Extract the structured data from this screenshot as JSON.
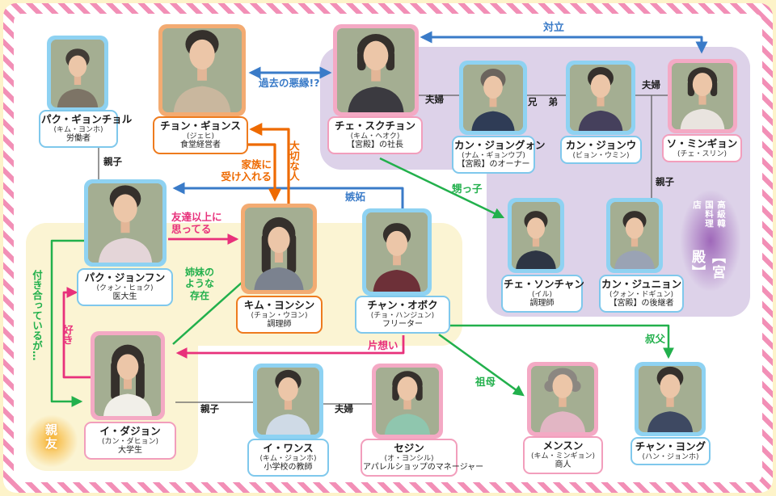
{
  "palette": {
    "frame_blue": "#8ed2f2",
    "frame_pink": "#f4a9c4",
    "frame_orange": "#f3ab72",
    "arrow_blue": "#3a7bc8",
    "arrow_green": "#22b04c",
    "arrow_pink": "#e8317b",
    "arrow_orange": "#ee6a00",
    "kin_line": "#5f5f5f",
    "region_purple": "#ddd2e9",
    "region_yellow": "#fbf4d3",
    "stripe_pink": "#f28fb6",
    "stripe_cream": "#fdf3c9",
    "best_friend_glow": "#f7b028",
    "shop_glow": "#985cb4",
    "photo_background": "#a4ae92"
  },
  "people": [
    {
      "id": "park-gyeongcheol",
      "name": "パク・ギョンチョル",
      "real_name": "(キム・ヨンホ)",
      "role": "労働者",
      "frame": "blue",
      "avatar": "male-older"
    },
    {
      "id": "jeong-gyeongsu",
      "name": "チョン・ギョンス",
      "real_name": "(ジェヒ)",
      "role": "食堂経営者",
      "frame": "orange",
      "avatar": "male"
    },
    {
      "id": "choi-sukchon",
      "name": "チェ・スクチョン",
      "real_name": "(キム・ヘオク)",
      "role": "【宮殿】の社長",
      "frame": "pink",
      "avatar": "female-short"
    },
    {
      "id": "kang-jonggwon",
      "name": "カン・ジョングォン",
      "real_name": "(ナム・ギョンウプ)",
      "role": "【宮殿】のオーナー",
      "frame": "blue",
      "avatar": "male-older"
    },
    {
      "id": "kang-jongwoo",
      "name": "カン・ジョンウ",
      "real_name": "(ビョン・ウミン)",
      "role": "",
      "frame": "blue",
      "avatar": "male"
    },
    {
      "id": "seo-mingyeong",
      "name": "ソ・ミンギョン",
      "real_name": "(チェ・スリン)",
      "role": "",
      "frame": "pink",
      "avatar": "female-short"
    },
    {
      "id": "park-jonghun",
      "name": "パク・ジョンフン",
      "real_name": "(クォン・ヒョク)",
      "role": "医大生",
      "frame": "blue",
      "avatar": "male"
    },
    {
      "id": "kim-yeonsin",
      "name": "キム・ヨンシン",
      "real_name": "(チョン・ウヨン)",
      "role": "調理師",
      "frame": "orange",
      "avatar": "female-long"
    },
    {
      "id": "chang-obok",
      "name": "チャン・オボク",
      "real_name": "(チョ・ハンジュン)",
      "role": "フリーター",
      "frame": "blue",
      "avatar": "male"
    },
    {
      "id": "choi-seongchan",
      "name": "チェ・ソンチャン",
      "real_name": "(イル)",
      "role": "調理師",
      "frame": "blue",
      "avatar": "male"
    },
    {
      "id": "kang-junyeon",
      "name": "カン・ジュニョン",
      "real_name": "(クォン・ドギュン)",
      "role": "【宮殿】の後継者",
      "frame": "blue",
      "avatar": "male"
    },
    {
      "id": "i-dajeong",
      "name": "イ・ダジョン",
      "real_name": "(カン・ダヒョン)",
      "role": "大学生",
      "frame": "pink",
      "avatar": "female-long"
    },
    {
      "id": "i-wansu",
      "name": "イ・ワンス",
      "real_name": "(キム・ジョンホ)",
      "role": "小学校の教師",
      "frame": "blue",
      "avatar": "male"
    },
    {
      "id": "sejin",
      "name": "セジン",
      "real_name": "(オ・ヨンシル)",
      "role": "アパレルショップのマネージャー",
      "frame": "pink",
      "avatar": "female-short"
    },
    {
      "id": "maensun",
      "name": "メンスン",
      "real_name": "(キム・ミンギョン)",
      "role": "商人",
      "frame": "pink",
      "avatar": "female-older"
    },
    {
      "id": "chang-yeonggu",
      "name": "チャン・ヨング",
      "real_name": "(ハン・ジョンホ)",
      "role": "",
      "frame": "blue",
      "avatar": "male"
    }
  ],
  "relations": [
    {
      "id": "opposition",
      "text": "対立"
    },
    {
      "id": "past_feud",
      "text": "過去の悪縁!?"
    },
    {
      "id": "couple_a",
      "text": "夫婦"
    },
    {
      "id": "brothers",
      "text": "兄弟"
    },
    {
      "id": "couple_b",
      "text": "夫婦"
    },
    {
      "id": "parent_a",
      "text": "親子"
    },
    {
      "id": "parent_b",
      "text": "親子"
    },
    {
      "id": "nephew",
      "text": "甥っ子"
    },
    {
      "id": "jealousy",
      "text": "嫉妬"
    },
    {
      "id": "precious",
      "text": "大切な人"
    },
    {
      "id": "accept_family",
      "text": "家族に\n受け入れる"
    },
    {
      "id": "more_than_friends",
      "text": "友達以上に\n思ってる"
    },
    {
      "id": "like_sisters",
      "text": "姉妹の\nような\n存在"
    },
    {
      "id": "one_sided_love",
      "text": "片想い"
    },
    {
      "id": "like",
      "text": "好き"
    },
    {
      "id": "dating_but",
      "text": "付き合っているが…"
    },
    {
      "id": "grandmother",
      "text": "祖母"
    },
    {
      "id": "uncle",
      "text": "叔父"
    },
    {
      "id": "parent_c",
      "text": "親子"
    },
    {
      "id": "couple_c",
      "text": "夫婦"
    }
  ],
  "groups": {
    "shop": {
      "name": "高級韓国料理店",
      "emph": "【宮殿】"
    },
    "best_friends": "親友"
  }
}
